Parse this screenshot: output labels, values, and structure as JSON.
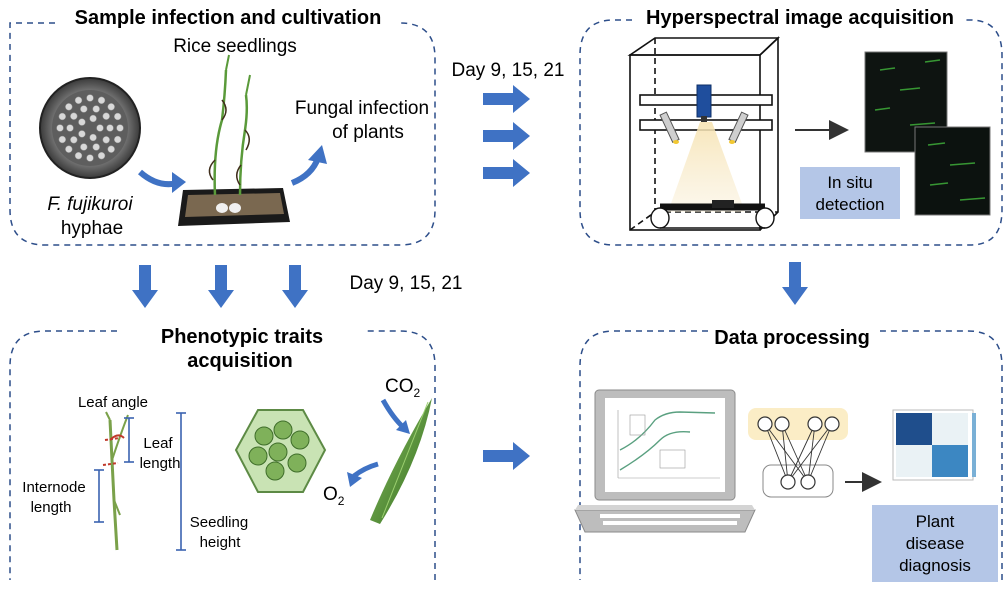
{
  "panels": {
    "sample": {
      "title": "Sample infection and  cultivation",
      "seedlings_label": "Rice seedlings",
      "infection_line1": "Fungal infection",
      "infection_line2": "of plants",
      "hyphae_line1": "F. fujikuroi",
      "hyphae_line2": "hyphae"
    },
    "hyperspectral": {
      "title": "Hyperspectral image acquisition",
      "insitu_line1": "In situ",
      "insitu_line2": "detection"
    },
    "phenotypic": {
      "title_line1": "Phenotypic traits",
      "title_line2": "acquisition",
      "leaf_angle": "Leaf angle",
      "leaf_length_line1": "Leaf",
      "leaf_length_line2": "length",
      "internode_line1": "Internode",
      "internode_line2": "length",
      "seedling_line1": "Seedling",
      "seedling_line2": "height",
      "co2": "CO",
      "co2_sub": "2",
      "o2": "O",
      "o2_sub": "2"
    },
    "processing": {
      "title": "Data processing",
      "diagnosis_line1": "Plant",
      "diagnosis_line2": "disease",
      "diagnosis_line3": "diagnosis"
    }
  },
  "flow": {
    "days_top": "Day 9, 15, 21",
    "days_middle": "Day 9, 15, 21"
  },
  "colors": {
    "dash_border": "#2d4e8a",
    "arrow_blue": "#3f72c4",
    "box_fill": "#b4c6e7",
    "leaf_green": "#4e8b2c",
    "hex_fill": "#c9e3b4",
    "hex_stroke": "#5d8a45",
    "measure_blue": "#3b63b0",
    "measure_red": "#c0392b"
  }
}
